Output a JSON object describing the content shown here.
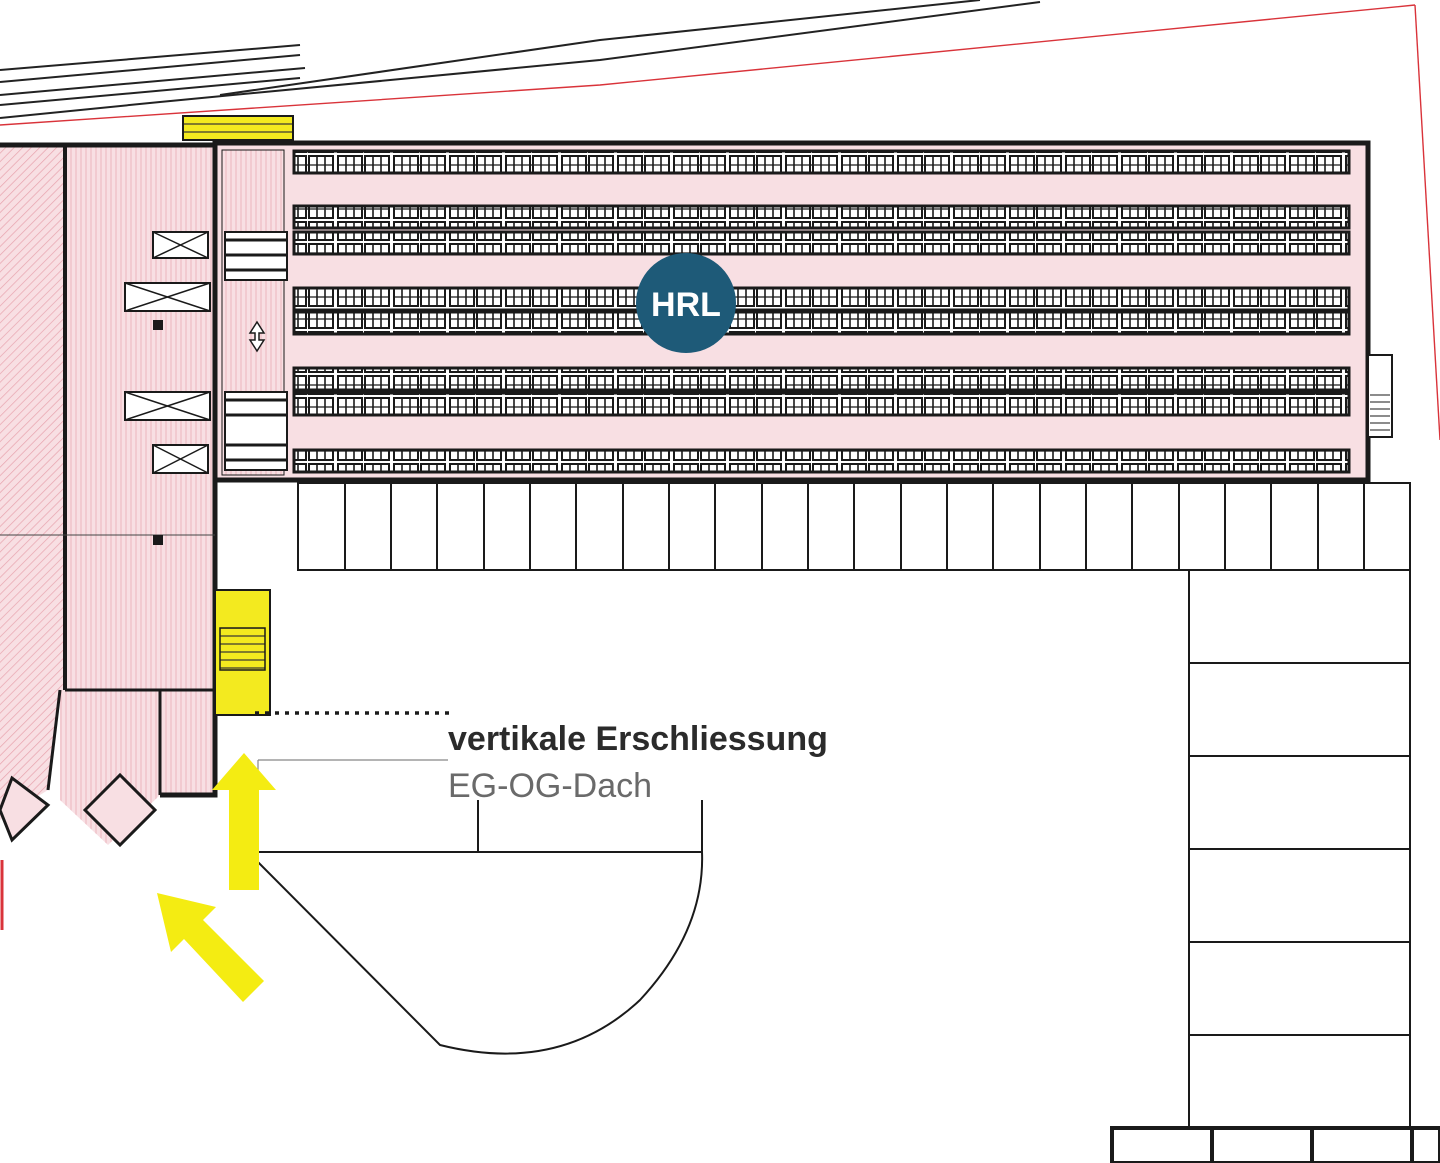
{
  "badge": {
    "label": "HRL",
    "color": "#1e5a78"
  },
  "annotation": {
    "title": "vertikale Erschliessung",
    "subtitle": "EG-OG-Dach"
  },
  "colors": {
    "floor_fill": "#f8dfe3",
    "hatch": "#e8a3ae",
    "stair_highlight": "#f3ea1f",
    "arrow": "#f4ec12",
    "wall": "#1a1a1a",
    "boundary_red": "#d9333a"
  }
}
